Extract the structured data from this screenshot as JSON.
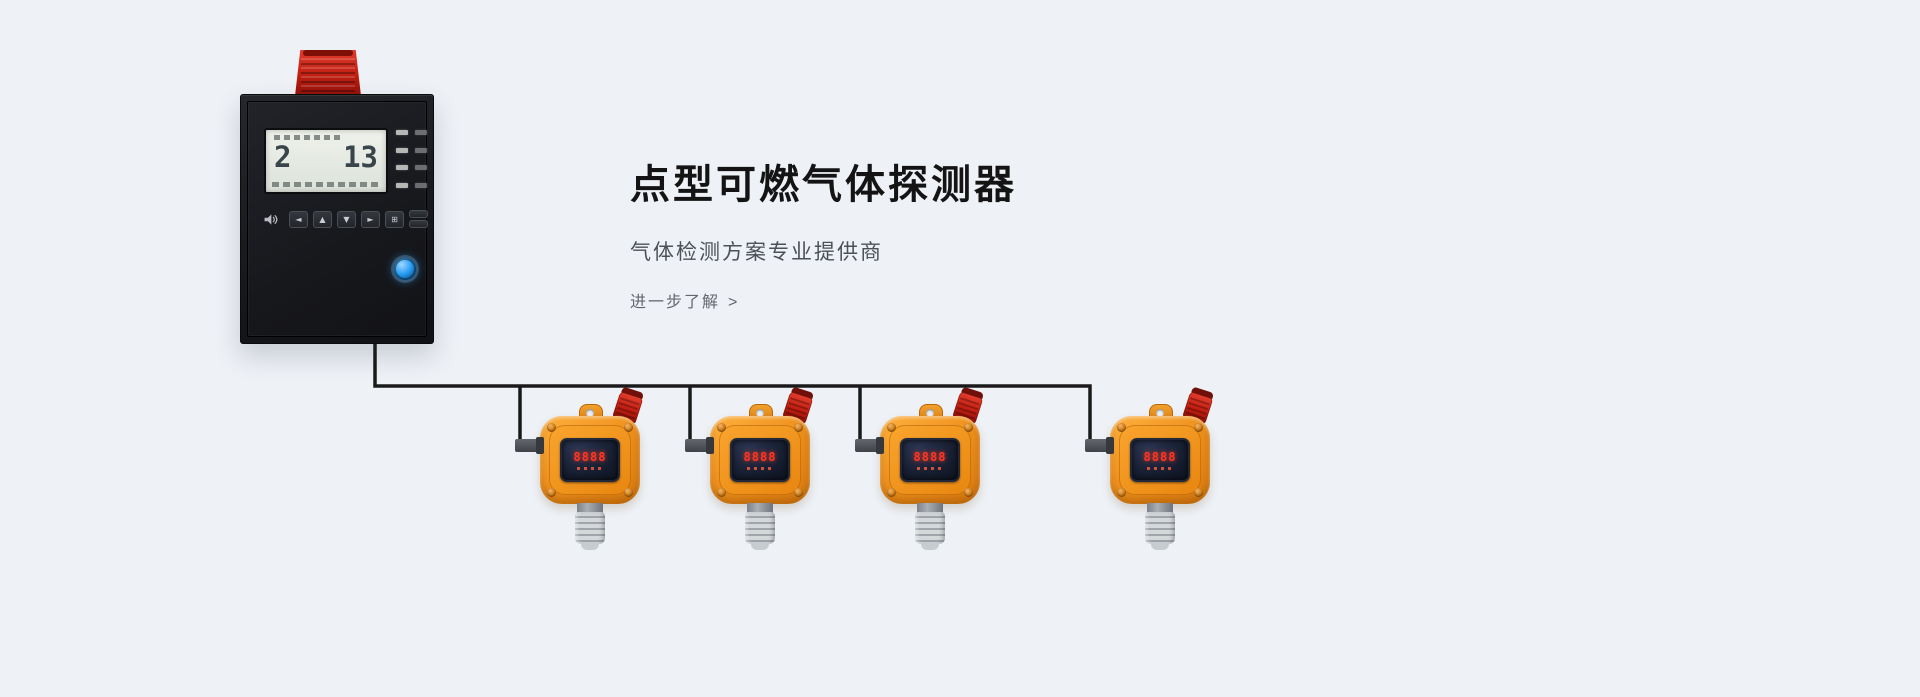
{
  "colors": {
    "background": "#eef1f6",
    "cabinet_black": "#1b1c20",
    "alarm_red": "#c01f12",
    "detector_orange": "#f0921e",
    "digit_red": "#ff3524",
    "lock_blue": "#2a9df4",
    "wire_black": "#1a1a1a"
  },
  "hero": {
    "title": "点型可燃气体探测器",
    "subtitle": "气体检测方案专业提供商",
    "cta_label": "进一步了解",
    "cta_arrow": ">"
  },
  "controller": {
    "lcd": {
      "channel_value": "2",
      "reading_value": "13"
    },
    "buttons": [
      {
        "name": "back",
        "glyph": "◄"
      },
      {
        "name": "up",
        "glyph": "▲"
      },
      {
        "name": "down",
        "glyph": "▼"
      },
      {
        "name": "right",
        "glyph": "►"
      },
      {
        "name": "menu",
        "glyph": "⊞"
      }
    ]
  },
  "detectors": [
    {
      "display_value": "8888"
    },
    {
      "display_value": "8888"
    },
    {
      "display_value": "8888"
    },
    {
      "display_value": "8888"
    }
  ]
}
